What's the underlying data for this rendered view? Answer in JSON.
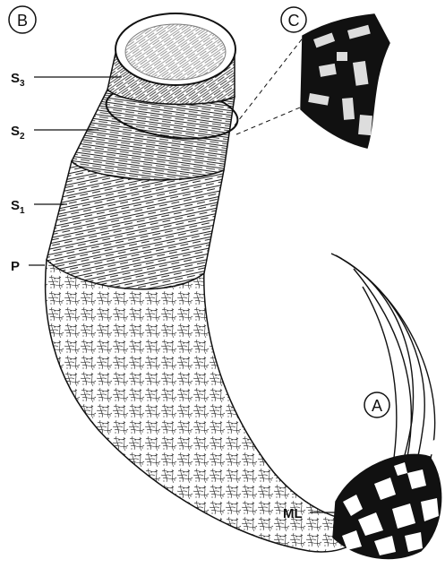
{
  "figure": {
    "panel_labels": {
      "a": "A",
      "b": "B",
      "c": "C"
    },
    "layer_labels": [
      {
        "id": "s3",
        "base": "S",
        "sub": "3"
      },
      {
        "id": "s2",
        "base": "S",
        "sub": "2"
      },
      {
        "id": "s1",
        "base": "S",
        "sub": "1"
      },
      {
        "id": "p",
        "base": "P",
        "sub": ""
      }
    ],
    "ml_label": "ML"
  }
}
